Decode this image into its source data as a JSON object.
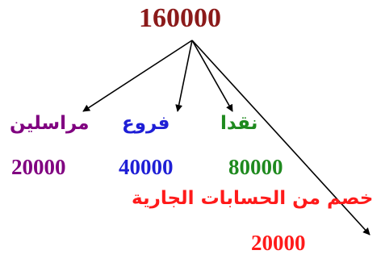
{
  "total": {
    "value": "160000",
    "color": "#8b1a1a"
  },
  "branches": [
    {
      "label": "مراسلين",
      "value": "20000",
      "color": "#800080"
    },
    {
      "label": "فروع",
      "value": "40000",
      "color": "#1f1fd6"
    },
    {
      "label": "نقدا",
      "value": "80000",
      "color": "#1f8a1f"
    },
    {
      "label": "خصم من الحسابات الجارية",
      "value": "20000",
      "color": "#ff1a1a"
    }
  ]
}
